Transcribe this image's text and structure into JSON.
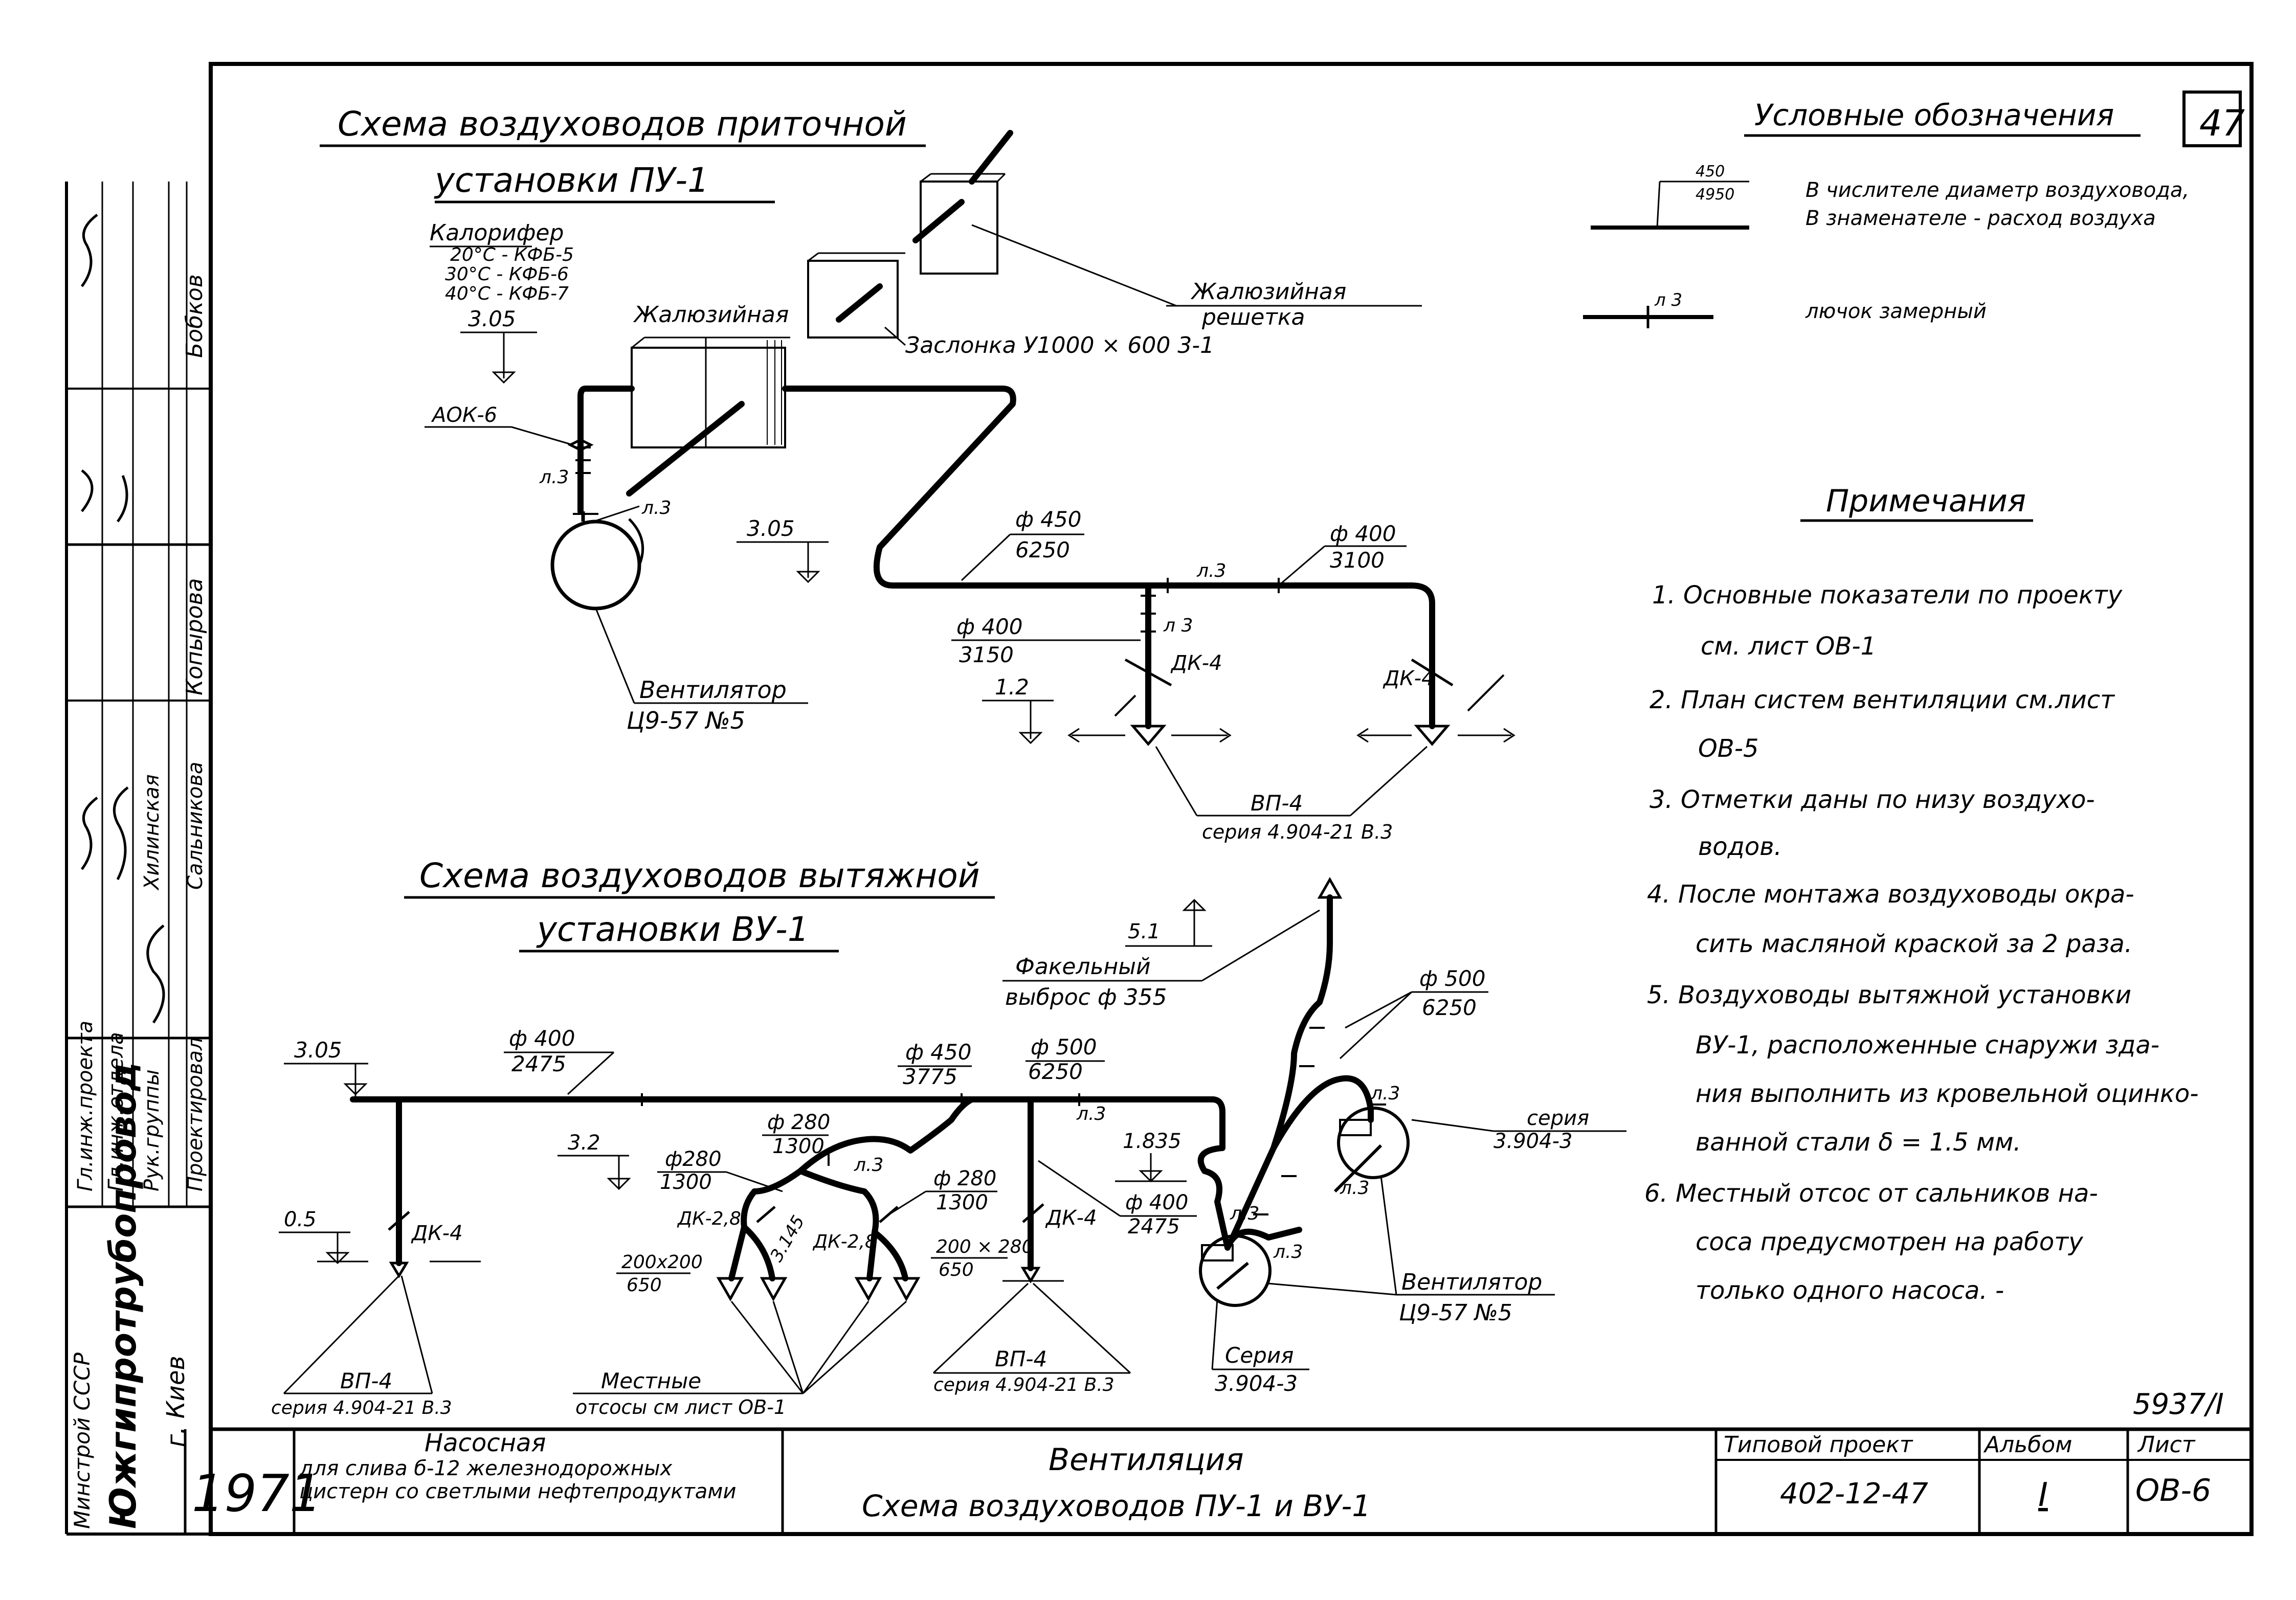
{
  "sheet_number": "47",
  "supply": {
    "title_line1": "Схема воздуховодов приточной",
    "title_line2": "установки ПУ-1",
    "heater_title": "Калорифер",
    "heater_20": "20°С - КФБ-5",
    "heater_30": "30°С - КФБ-6",
    "heater_40": "40°С - КФБ-7",
    "grille_line1": "Жалюзийная",
    "grille_line2": "решетка",
    "damper": "Заслонка У1000 × 600 3-1",
    "apk": "АОК-6",
    "elev1": "3.05",
    "elev2": "3.05",
    "elev3": "1.2",
    "l3_a": "л.3",
    "l3_b": "л.3",
    "l3_c": "л.3",
    "l3_d": "л 3",
    "d450": "ф 450",
    "q6250": "6250",
    "d400a": "ф 400",
    "q3100": "3100",
    "d400b": "ф 400",
    "q3150": "3150",
    "dk4a": "ДК-4",
    "dk4b": "ДК-4",
    "fan_title": "Вентилятор",
    "fan_model": "Ц9-57 №5",
    "vp_title": "ВП-4",
    "vp_series": "серия 4.904-21 В.3"
  },
  "exhaust": {
    "title_line1": "Схема воздуховодов вытяжной",
    "title_line2": "установки ВУ-1",
    "elev_51": "5.1",
    "torch_line1": "Факельный",
    "torch_line2": "выброс ф 355",
    "d500a": "ф 500",
    "q6250a": "6250",
    "elev_305": "3.05",
    "d400a": "ф 400",
    "q2475a": "2475",
    "d450": "ф 450",
    "q3775": "3775",
    "d500b": "ф 500",
    "q6250b": "6250",
    "l3_a": "л.3",
    "l3_b": "л.3",
    "l3_c": "л.3",
    "l3_d": "л.3",
    "l3_e": "л.3",
    "l3_f": "л.3",
    "series_r1": "серия",
    "series_r2": "3.904-3",
    "d280a": "ф 280",
    "q1300a": "1300",
    "elev_32": "3.2",
    "d280b": "ф280",
    "q1300b": "1300",
    "q1835": "1.835",
    "d280c": "ф 280",
    "q1300c": "1300",
    "d400b": "ф 400",
    "q2475b": "2475",
    "dk28a": "ДК-2,8",
    "dk28b": "ДК-2,8",
    "dk4a": "ДК-4",
    "dk4b": "ДК-4",
    "dim3145": "3.145",
    "elev_05": "0.5",
    "size200a": "200x200",
    "q650a": "650",
    "size200b": "200 × 280",
    "q650b": "650",
    "fan_title": "Вентилятор",
    "fan_model": "Ц9-57 №5",
    "series_b1": "Серия",
    "series_b2": "3.904-3",
    "vp_left_title": "ВП-4",
    "vp_left_series": "серия 4.904-21 В.3",
    "local_line1": "Местные",
    "local_line2": "отсосы см лист ОВ-1",
    "vp_right_title": "ВП-4",
    "vp_right_series": "серия 4.904-21 В.3"
  },
  "legend": {
    "title": "Условные обозначения",
    "num": "450",
    "den": "4950",
    "desc1": "В числителе диаметр воздуховода,",
    "desc2": "В знаменателе - расход воздуха",
    "hatch_label": "л 3",
    "hatch_desc": "лючок замерный"
  },
  "notes": {
    "title": "Примечания",
    "lines": [
      "1. Основные показатели по проекту",
      "см. лист ОВ-1",
      "2. План систем вентиляции см.лист",
      "ОВ-5",
      "3. Отметки даны по низу воздухо-",
      "водов.",
      "4. После монтажа воздуховоды окра-",
      "сить масляной краской за 2 раза.",
      "5. Воздуховоды вытяжной установки",
      "ВУ-1, расположенные снаружи зда-",
      "ния выполнить из кровельной оцинко-",
      "ванной стали δ = 1.5 мм.",
      "6. Местный отсос от сальников на-",
      "соса предусмотрен на работу",
      "только одного насоса. -"
    ]
  },
  "stamp": {
    "code": "5937/I",
    "year": "1971",
    "object_title": "Насосная",
    "object_line1": "для слива б-12 железнодорожных",
    "object_line2": "цистерн со светлыми нефтепродуктами",
    "sheet_title": "Вентиляция",
    "sheet_subtitle": "Схема воздуховодов ПУ-1 и ВУ-1",
    "project_label": "Типовой проект",
    "project_value": "402-12-47",
    "album_label": "Альбом",
    "album_value": "I",
    "list_label": "Лист",
    "list_value": "ОВ-6"
  },
  "side_stamp": {
    "org1": "Минстрой СССР",
    "org2": "Южгипротрубопровод",
    "city": "г. Киев",
    "roles": [
      "Гл.инж.проекта",
      "Гл.инж.отдела",
      "Рук.группы",
      "Проектировал"
    ],
    "names": [
      "Бобков",
      "Копырова",
      "Хилинская",
      "Сальникова"
    ]
  }
}
